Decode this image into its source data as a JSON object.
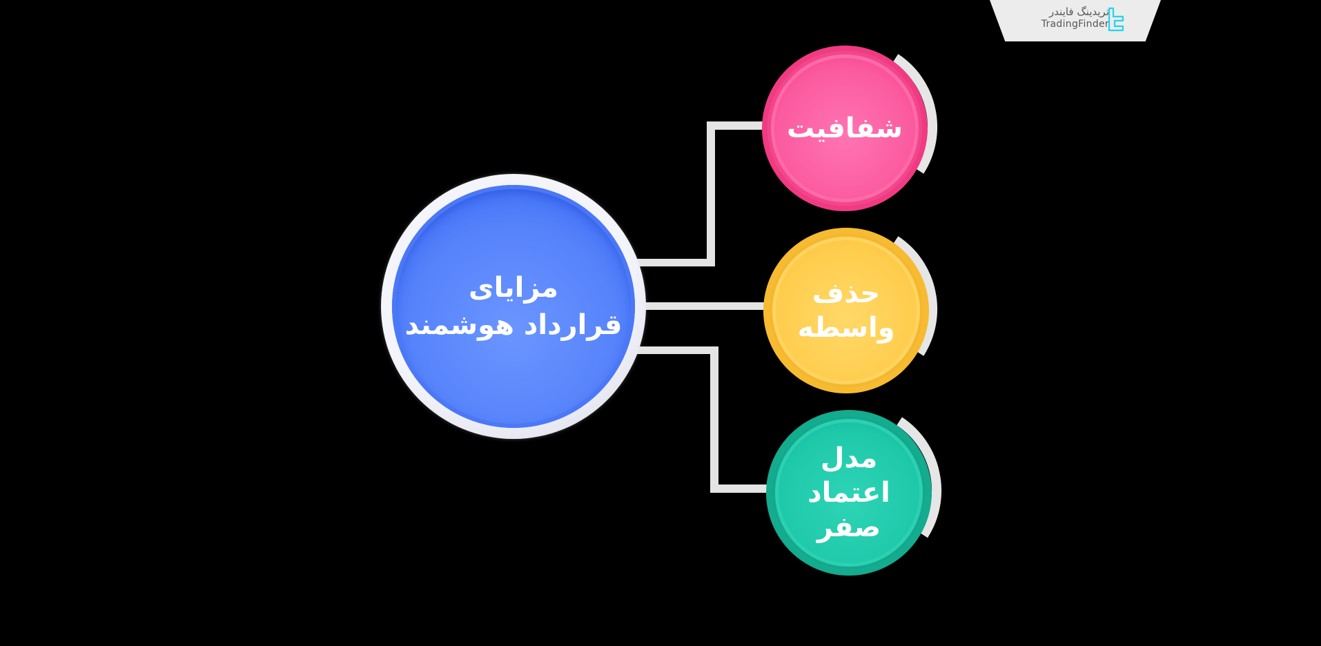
{
  "branding": {
    "name_fa": "تریدینگ فایندر",
    "name_en": "TradingFinder",
    "icon": "tradingfinder-logo-icon",
    "accent_color": "#22d3ee"
  },
  "diagram": {
    "center": {
      "line1": "مزایای",
      "line2": "قرارداد هوشمند",
      "color": "#5683fb"
    },
    "nodes": [
      {
        "line1": "شفافیت",
        "line2": "",
        "color": "#fb5a9f"
      },
      {
        "line1": "حذف",
        "line2": "واسطه",
        "color": "#ffcd4d"
      },
      {
        "line1": "مدل",
        "line2": "اعتماد صفر",
        "color": "#1ec9aa"
      }
    ],
    "background": "#000000",
    "connector_color": "#e4e4e4"
  }
}
